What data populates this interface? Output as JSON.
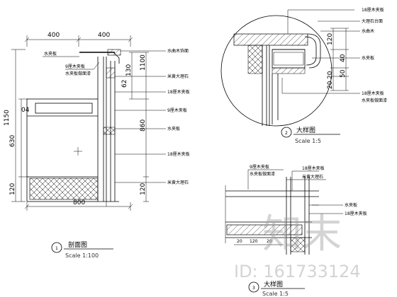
{
  "section_elevation": {
    "dims_top": [
      "400",
      "400"
    ],
    "dim_total_width": "800",
    "dims_left": [
      "1150",
      "630",
      "120"
    ],
    "dims_inner": [
      "04",
      "62",
      "130",
      "1100",
      "860",
      "120"
    ],
    "notes_left": [
      "水夹板",
      "9厘木夹板",
      "水夹板做面漆"
    ],
    "notes_right": [
      "水曲木饰面",
      "米黄大理石",
      "18厘木夹板",
      "9厘木夹板",
      "水夹板",
      "18厘木夹板",
      "米黄大理石"
    ],
    "title": "剖面图",
    "scale": "Scale 1:100",
    "label_no": "1"
  },
  "detail_big": {
    "title": "大样图",
    "scale": "Scale 1:5",
    "label_no": "2",
    "dims": [
      "120",
      "40",
      "50",
      "20",
      "20"
    ],
    "notes": [
      "18厘木夹板",
      "大理石台面",
      "水曲木",
      "水夹板",
      "18厘木夹板",
      "水夹板做面漆"
    ]
  },
  "detail_small": {
    "title": "大样图",
    "scale": "Scale 1:5",
    "label_no": "3",
    "notes_top": [
      "9厘木夹板",
      "18厘木夹板",
      "水夹板做面漆",
      "米黄大理石"
    ],
    "notes_right": [
      "水夹板",
      "18厘木夹板"
    ],
    "dims": [
      "20",
      "120",
      "20"
    ]
  },
  "watermark": {
    "text": "知末",
    "id_text": "ID: 161733124"
  }
}
